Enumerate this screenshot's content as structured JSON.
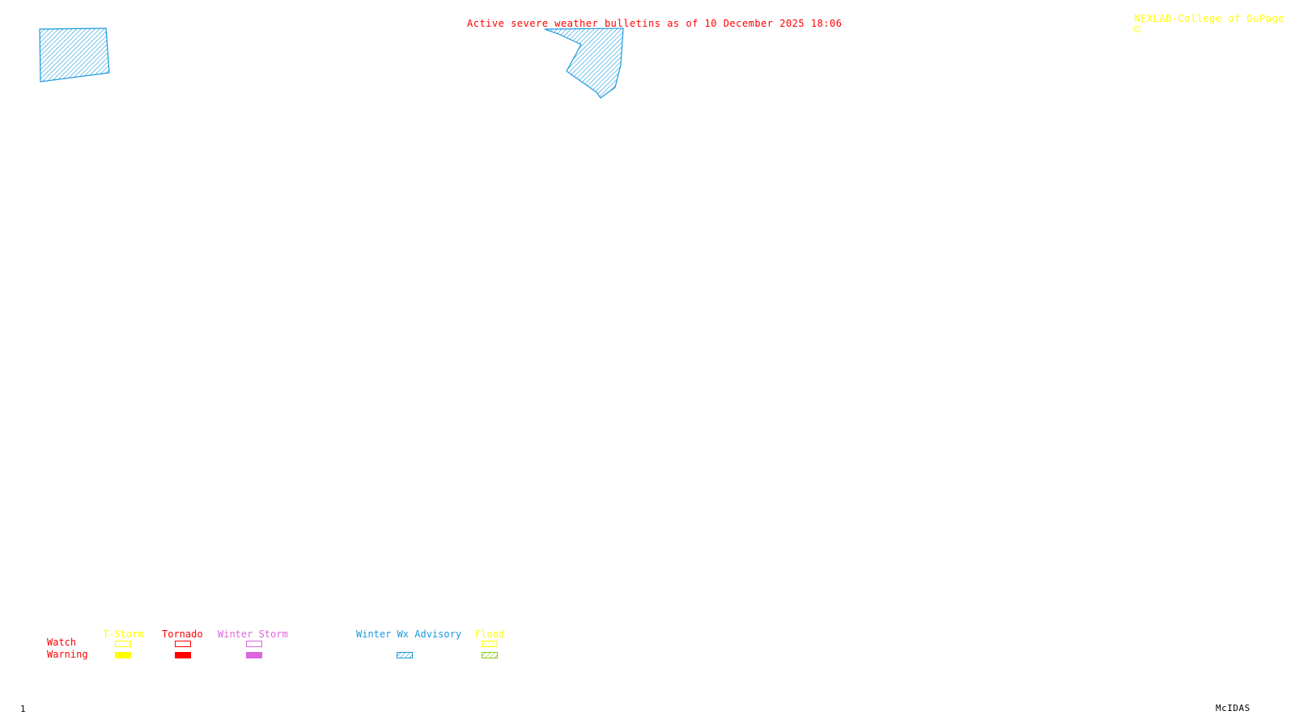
{
  "title": "Active severe weather bulletins as of 10 December 2025 18:06",
  "credit": "NEXLAB-College of DuPage",
  "credit_icon": "nexlab-logo-icon",
  "frame_number": "1",
  "software_label": "McIDAS",
  "colors": {
    "title": "#ff0000",
    "credit": "#ffff00",
    "tstorm": "#ffff00",
    "tornado": "#ff0000",
    "winter_storm": "#dd66dd",
    "winter_wx_advisory": "#1a99dd",
    "flood_watch": "#ffff00",
    "flood_warning": "#88cc22"
  },
  "legend": {
    "row_labels": {
      "watch": "Watch",
      "warning": "Warning"
    },
    "categories": [
      {
        "id": "tstorm",
        "label": "T-Storm",
        "watch": "outline",
        "warning": "filled"
      },
      {
        "id": "tornado",
        "label": "Tornado",
        "watch": "outline",
        "warning": "filled"
      },
      {
        "id": "winter_storm",
        "label": "Winter Storm",
        "watch": "outline",
        "warning": "filled"
      },
      {
        "id": "winter_wx_advisory",
        "label": "Winter Wx Advisory",
        "watch": "none",
        "warning": "hatched"
      },
      {
        "id": "flood",
        "label": "Flood",
        "watch": "hatched",
        "warning": "hatched"
      }
    ]
  },
  "active_areas": [
    {
      "type": "Winter Wx Advisory",
      "region": "northwest"
    },
    {
      "type": "Winter Wx Advisory",
      "region": "north-central"
    }
  ]
}
